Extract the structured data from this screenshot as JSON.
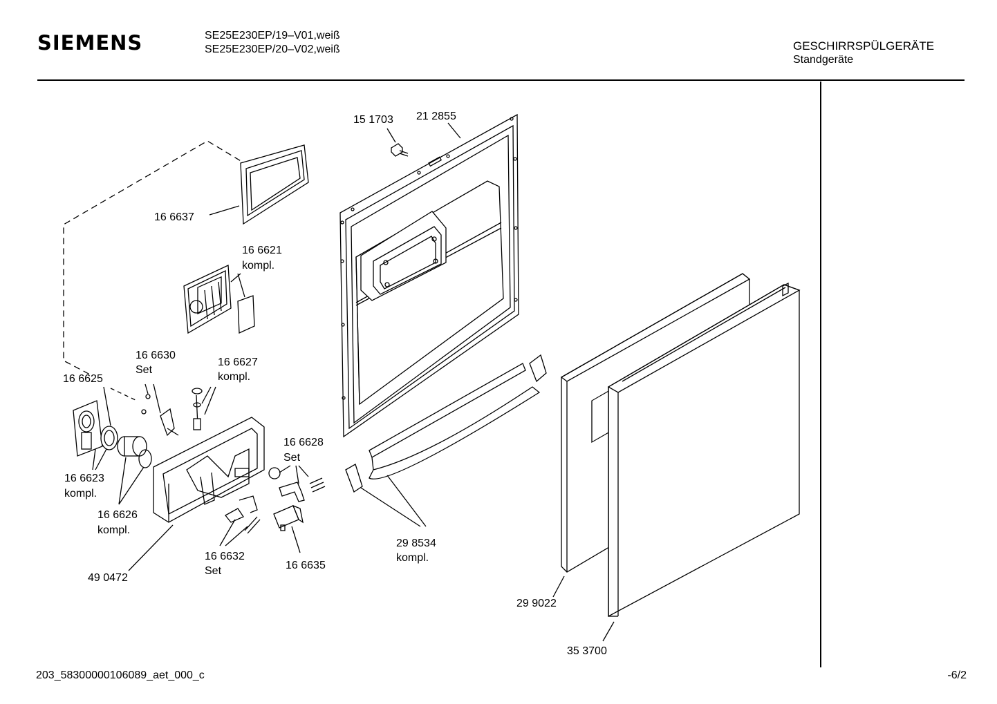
{
  "header": {
    "brand": "SIEMENS",
    "model_line_1": "SE25E230EP/19–V01,weiß",
    "model_line_2": "SE25E230EP/20–V02,weiß",
    "category": "GESCHIRRSPÜLGERÄTE",
    "subcategory": "Standgeräte"
  },
  "footer": {
    "document_id": "203_58300000106089_aet_000_c",
    "page": "-6/2"
  },
  "parts": [
    {
      "number": "15 1703",
      "note": ""
    },
    {
      "number": "21 2855",
      "note": ""
    },
    {
      "number": "16 6637",
      "note": ""
    },
    {
      "number": "16 6621",
      "note": "kompl."
    },
    {
      "number": "16 6630",
      "note": "Set"
    },
    {
      "number": "16 6627",
      "note": "kompl."
    },
    {
      "number": "16 6625",
      "note": ""
    },
    {
      "number": "16 6623",
      "note": "kompl."
    },
    {
      "number": "16 6626",
      "note": "kompl."
    },
    {
      "number": "16 6628",
      "note": "Set"
    },
    {
      "number": "16 6632",
      "note": "Set"
    },
    {
      "number": "16 6635",
      "note": ""
    },
    {
      "number": "49 0472",
      "note": ""
    },
    {
      "number": "29 8534",
      "note": "kompl."
    },
    {
      "number": "29 9022",
      "note": ""
    },
    {
      "number": "35 3700",
      "note": ""
    }
  ]
}
